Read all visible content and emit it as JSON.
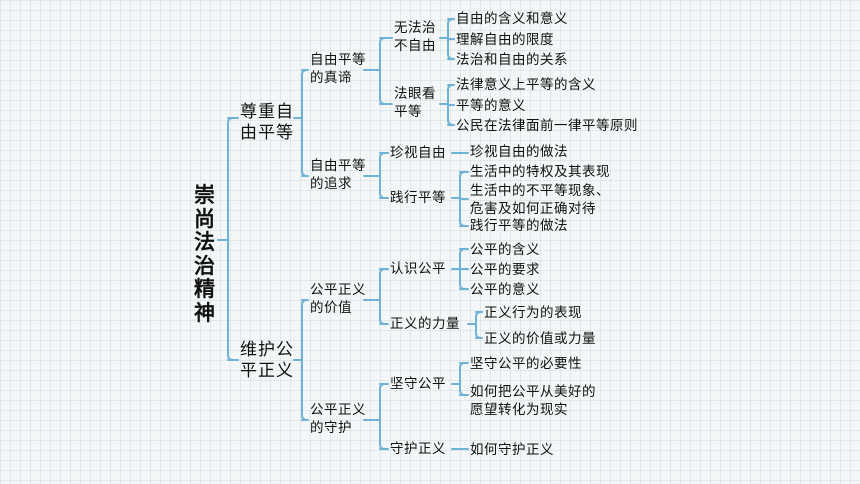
{
  "root": "崇\n尚\n法\n治\n精\n神",
  "branches": [
    {
      "label": "尊重自\n由平等",
      "children": [
        {
          "label": "自由平等\n的真谛",
          "children": [
            {
              "label": "无法治\n不自由",
              "leaves": [
                "自由的含义和意义",
                "理解自由的限度",
                "法治和自由的关系"
              ]
            },
            {
              "label": "法眼看\n平等",
              "leaves": [
                "法律意义上平等的含义",
                "平等的意义",
                "公民在法律面前一律平等原则"
              ]
            }
          ]
        },
        {
          "label": "自由平等\n的追求",
          "children": [
            {
              "label": "珍视自由",
              "leaves": [
                "珍视自由的做法"
              ]
            },
            {
              "label": "践行平等",
              "leaves": [
                "生活中的特权及其表现",
                "生活中的不平等现象、\n危害及如何正确对待",
                "践行平等的做法"
              ]
            }
          ]
        }
      ]
    },
    {
      "label": "维护公\n平正义",
      "children": [
        {
          "label": "公平正义\n的价值",
          "children": [
            {
              "label": "认识公平",
              "leaves": [
                "公平的含义",
                "公平的要求",
                "公平的意义"
              ]
            },
            {
              "label": "正义的力量",
              "leaves": [
                "正义行为的表现",
                "正义的价值或力量"
              ]
            }
          ]
        },
        {
          "label": "公平正义\n的守护",
          "children": [
            {
              "label": "坚守公平",
              "leaves": [
                "坚守公平的必要性",
                "如何把公平从美好的\n愿望转化为现实"
              ]
            },
            {
              "label": "守护正义",
              "leaves": [
                "如何守护正义"
              ]
            }
          ]
        }
      ]
    }
  ],
  "colors": {
    "connector": "#6fb2d6",
    "background": "#f4f7f8",
    "text": "#111111"
  }
}
